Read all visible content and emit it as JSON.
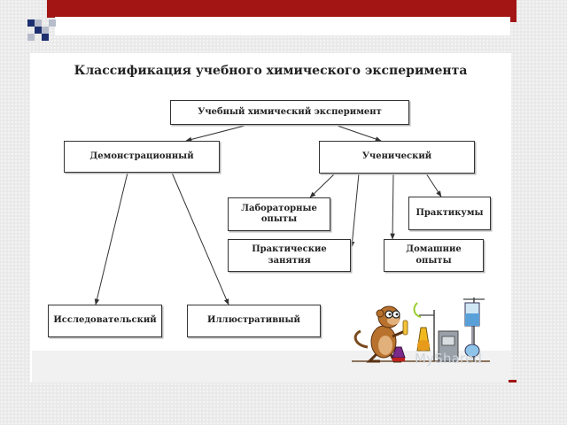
{
  "slide": {
    "title": "Классификация учебного химического эксперимента",
    "watermark": "MyShared"
  },
  "diagram": {
    "root": "Учебный химический эксперимент",
    "demonstration": "Демонстрационный",
    "student": "Ученический",
    "research": "Исследовательский",
    "illustrative": "Иллюстративный",
    "lab_line1": "Лабораторные",
    "lab_line2": "опыты",
    "practicum": "Практикумы",
    "practical_line1": "Практические",
    "practical_line2": "занятия",
    "home_line1": "Домашние",
    "home_line2": "опыты"
  },
  "colors": {
    "accent_red": "#a31515",
    "decor_navy": "#1c2f6e",
    "decor_gray": "#b7bccb"
  },
  "icons": [
    "chemist-monkey-illustration",
    "lab-glassware-illustration"
  ]
}
